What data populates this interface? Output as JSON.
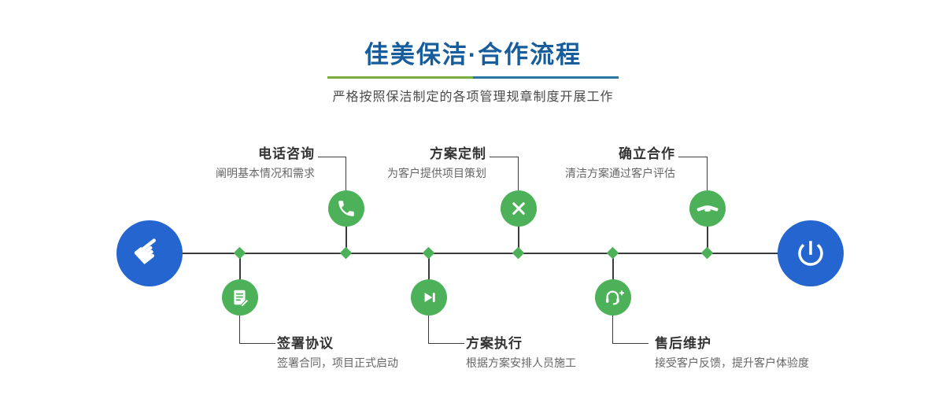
{
  "header": {
    "title": "佳美保洁·合作流程",
    "subtitle": "严格按照保洁制定的各项管理规章制度开展工作"
  },
  "colors": {
    "title_blue": "#175d9c",
    "endpoint_blue": "#2565d0",
    "node_green": "#4cb158",
    "line_dark": "#3c3c3c",
    "divider_green": "#79ad3f",
    "divider_blue": "#2e75a5"
  },
  "timeline": {
    "start_icon": "pointing-hand-icon",
    "end_icon": "power-icon"
  },
  "steps": {
    "top": [
      {
        "title": "电话咨询",
        "desc": "阐明基本情况和需求",
        "icon": "phone-icon"
      },
      {
        "title": "方案定制",
        "desc": "为客户提供项目策划",
        "icon": "design-tools-icon"
      },
      {
        "title": "确立合作",
        "desc": "清洁方案通过客户评估",
        "icon": "handshake-icon"
      }
    ],
    "bottom": [
      {
        "title": "签署协议",
        "desc": "签署合同，项目正式启动",
        "icon": "contract-icon"
      },
      {
        "title": "方案执行",
        "desc": "根据方案安排人员施工",
        "icon": "execute-icon"
      },
      {
        "title": "售后维护",
        "desc": "接受客户反馈，提升客户体验度",
        "icon": "customer-service-icon"
      }
    ]
  }
}
